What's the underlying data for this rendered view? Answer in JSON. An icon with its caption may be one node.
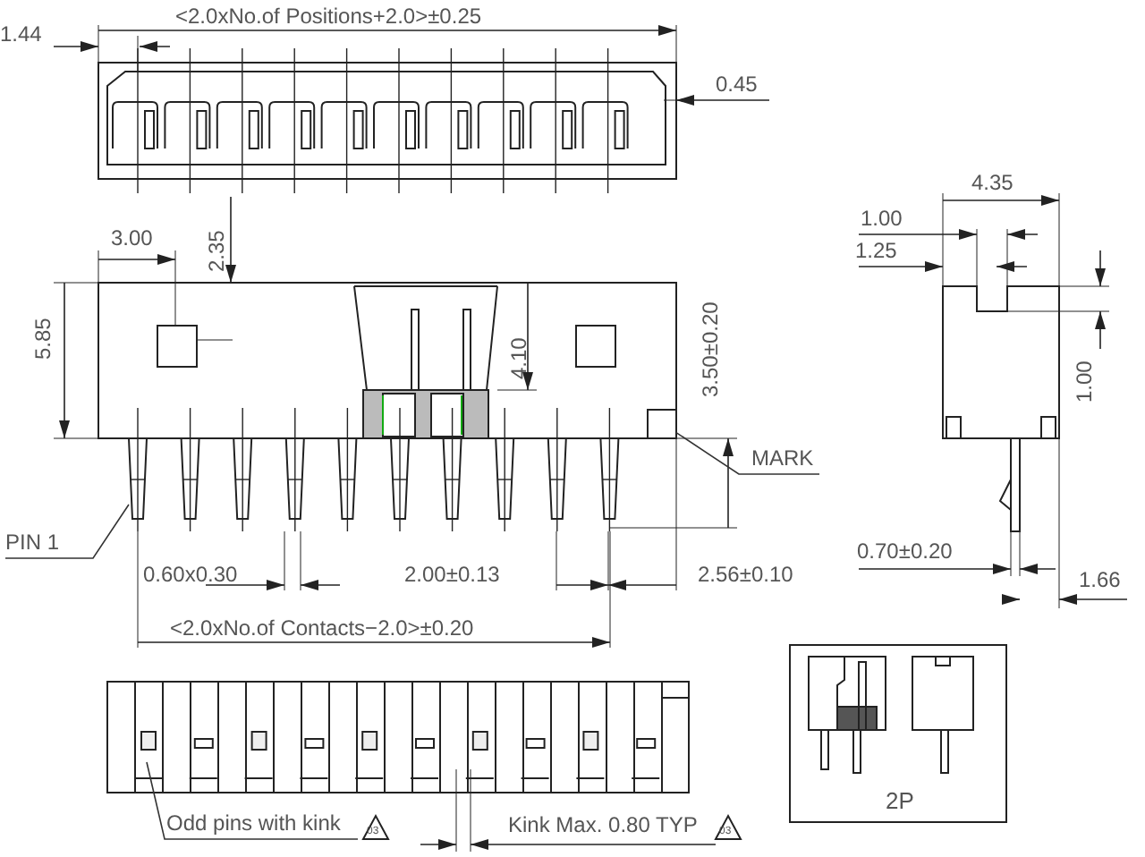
{
  "diagram": {
    "nodes": [
      {
        "text": [
          "PIN 1"
        ]
      },
      {
        "text": [
          "MARK"
        ]
      },
      {
        "text": [
          "Odd pins with kink"
        ]
      },
      {
        "text": [
          "2P"
        ]
      },
      {
        "text": [],
        "shape": "box"
      }
    ],
    "edges": [
      {
        "from": 0,
        "to": null,
        "arrow": "none"
      },
      {
        "from": 1,
        "to": 4,
        "arrow": "none"
      },
      {
        "from": 2,
        "to": null,
        "arrow": "none"
      }
    ],
    "labels": [
      "<2.0xNo.of Positions+2.0>±0.25",
      "1.44",
      "0.45",
      "4.35",
      "1.00",
      "1.25",
      "3.00",
      "2.35",
      "5.85",
      "4.10",
      "3.50±0.20",
      "1.00",
      "0.60x0.30",
      "2.00±0.13",
      "2.56±0.10",
      "0.70±0.20",
      "1.66",
      "<2.0xNo.of Contacts−2.0>±0.20",
      "03",
      "Kink Max. 0.80 TYP",
      "03"
    ]
  }
}
